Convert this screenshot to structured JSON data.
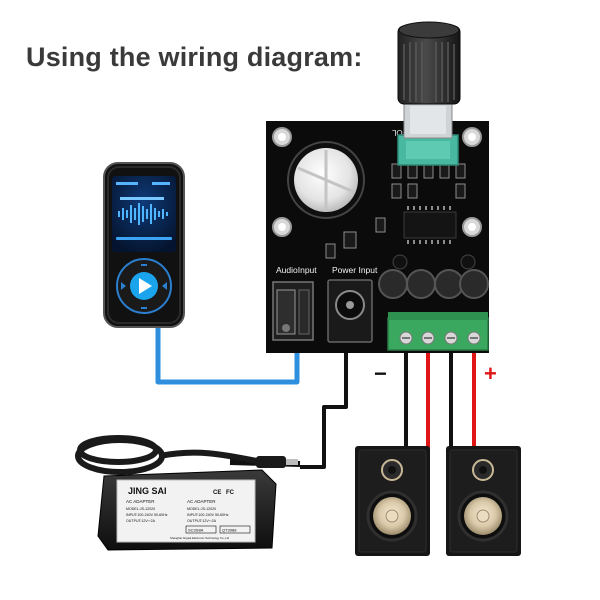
{
  "title": "Using the wiring diagram:",
  "board": {
    "vol_label": "VOL",
    "audio_input_label": "AudioInput",
    "power_input_label": "Power Input"
  },
  "polarity": {
    "negative": "−",
    "positive": "+"
  },
  "adapter": {
    "brand": "JING SAI",
    "type": "AC ADAPTER",
    "model_left": "MODEL:JS-12020",
    "input_left": "INPUT:100-240V 50-60Hz",
    "output_left": "OUTPUT:12V⎓2A",
    "type_right": "AC ADAPTER",
    "model_right": "MODEL:JS-12020",
    "input_right": "INPUT:100-240V 50-60Hz",
    "output_right": "OUTPUT:12V⎓2A",
    "cert_1": "CE",
    "cert_2": "FC",
    "stamp_1": "SC3S8A",
    "stamp_2": "QT3988",
    "maker": "Shanghai Jingsai Electronic Technology Co.,Ltd"
  },
  "colors": {
    "audio_cable": "#2d8fde",
    "power_cable": "#111111",
    "speaker_red": "#e01515",
    "speaker_black": "#111111",
    "terminal_green": "#3aa85f",
    "pot_teal": "#49b8a0"
  }
}
